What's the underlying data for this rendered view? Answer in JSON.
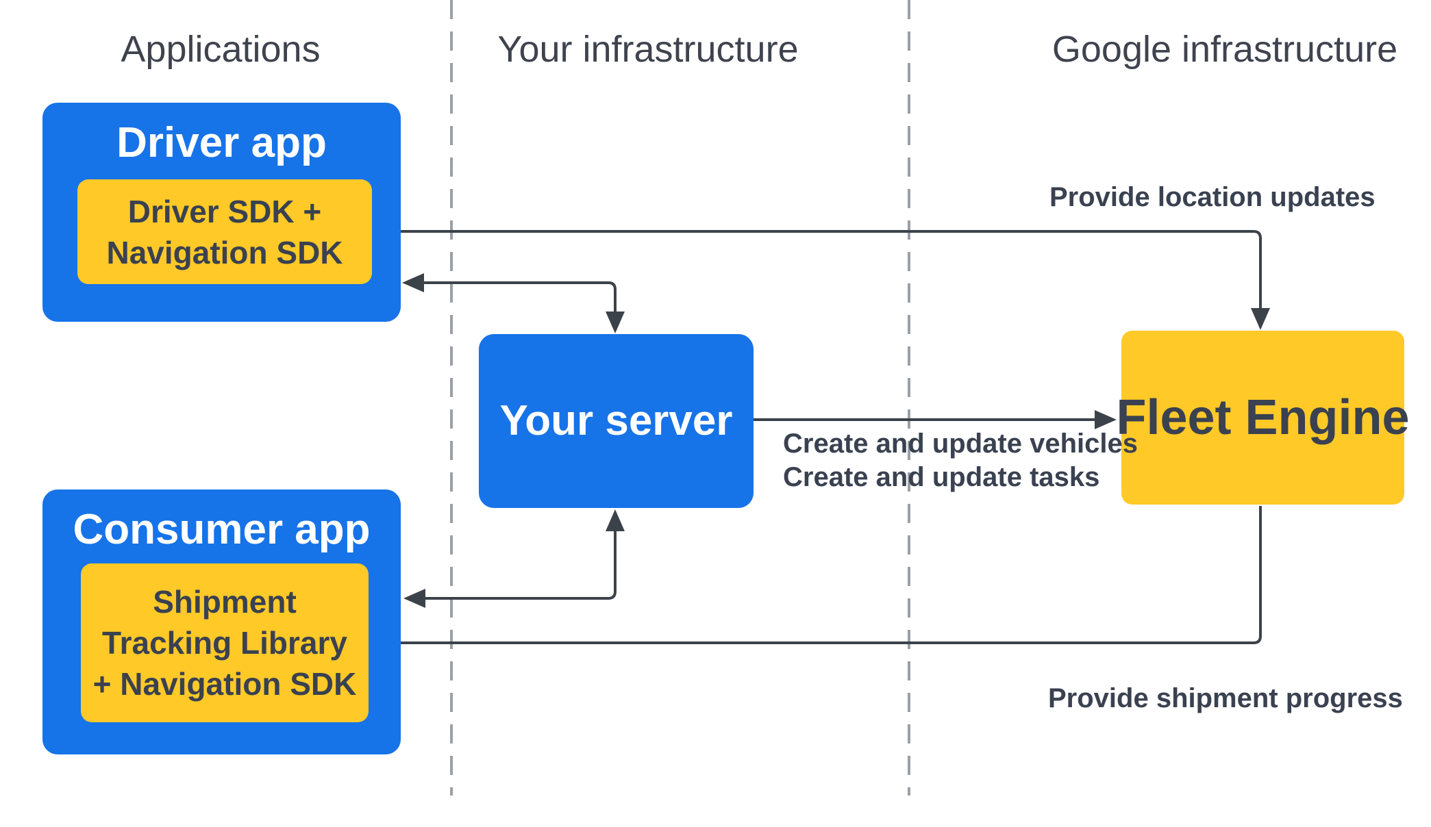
{
  "diagram": {
    "title": "Fleet Engine architecture diagram",
    "colors": {
      "blue": "#1773E8",
      "yellow": "#FFC928",
      "line": "#3C4249",
      "divider": "#9AA0A6",
      "header_text": "#3E434E",
      "dark_text": "#3A4150",
      "white_text": "#FFFFFF"
    },
    "columns": [
      {
        "label": "Applications"
      },
      {
        "label": "Your infrastructure"
      },
      {
        "label": "Google infrastructure"
      }
    ],
    "nodes": {
      "driver_app": {
        "title": "Driver app"
      },
      "driver_sdk": {
        "line1": "Driver SDK +",
        "line2": "Navigation SDK"
      },
      "consumer_app": {
        "title": "Consumer app"
      },
      "shipment_lib": {
        "line1": "Shipment",
        "line2": "Tracking Library",
        "line3": "+ Navigation SDK"
      },
      "your_server": {
        "title": "Your server"
      },
      "fleet_engine": {
        "title": "Fleet Engine"
      }
    },
    "edge_labels": {
      "location_updates": "Provide location updates",
      "create_update_line1": "Create and update vehicles",
      "create_update_line2": "Create and update tasks",
      "shipment_progress": "Provide shipment progress"
    }
  }
}
